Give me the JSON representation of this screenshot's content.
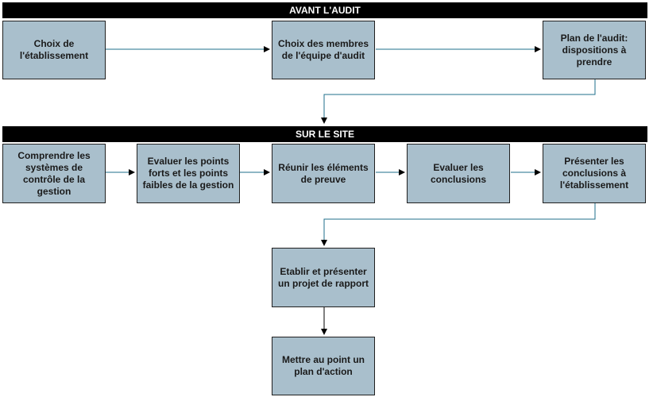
{
  "phases": {
    "before": "AVANT L'AUDIT",
    "onsite": "SUR LE SITE"
  },
  "steps": {
    "choix_etablissement": "Choix de l'établissement",
    "choix_equipe": "Choix des membres de l'équipe d'audit",
    "plan_audit": "Plan de l'audit: dispositions à prendre",
    "comprendre": "Comprendre les systèmes de contrôle de la gestion",
    "evaluer_points": "Evaluer les points forts et les points faibles de la gestion",
    "reunir": "Réunir les éléments de preuve",
    "evaluer_conclusions": "Evaluer les conclusions",
    "presenter": "Présenter les conclusions à l'établissement",
    "rapport": "Etablir et présenter un projet de rapport",
    "plan_action": "Mettre au point un plan d'action"
  },
  "colors": {
    "box_fill": "#a9bfcc",
    "bar_fill": "#000000",
    "line": "#1f6f8b"
  }
}
